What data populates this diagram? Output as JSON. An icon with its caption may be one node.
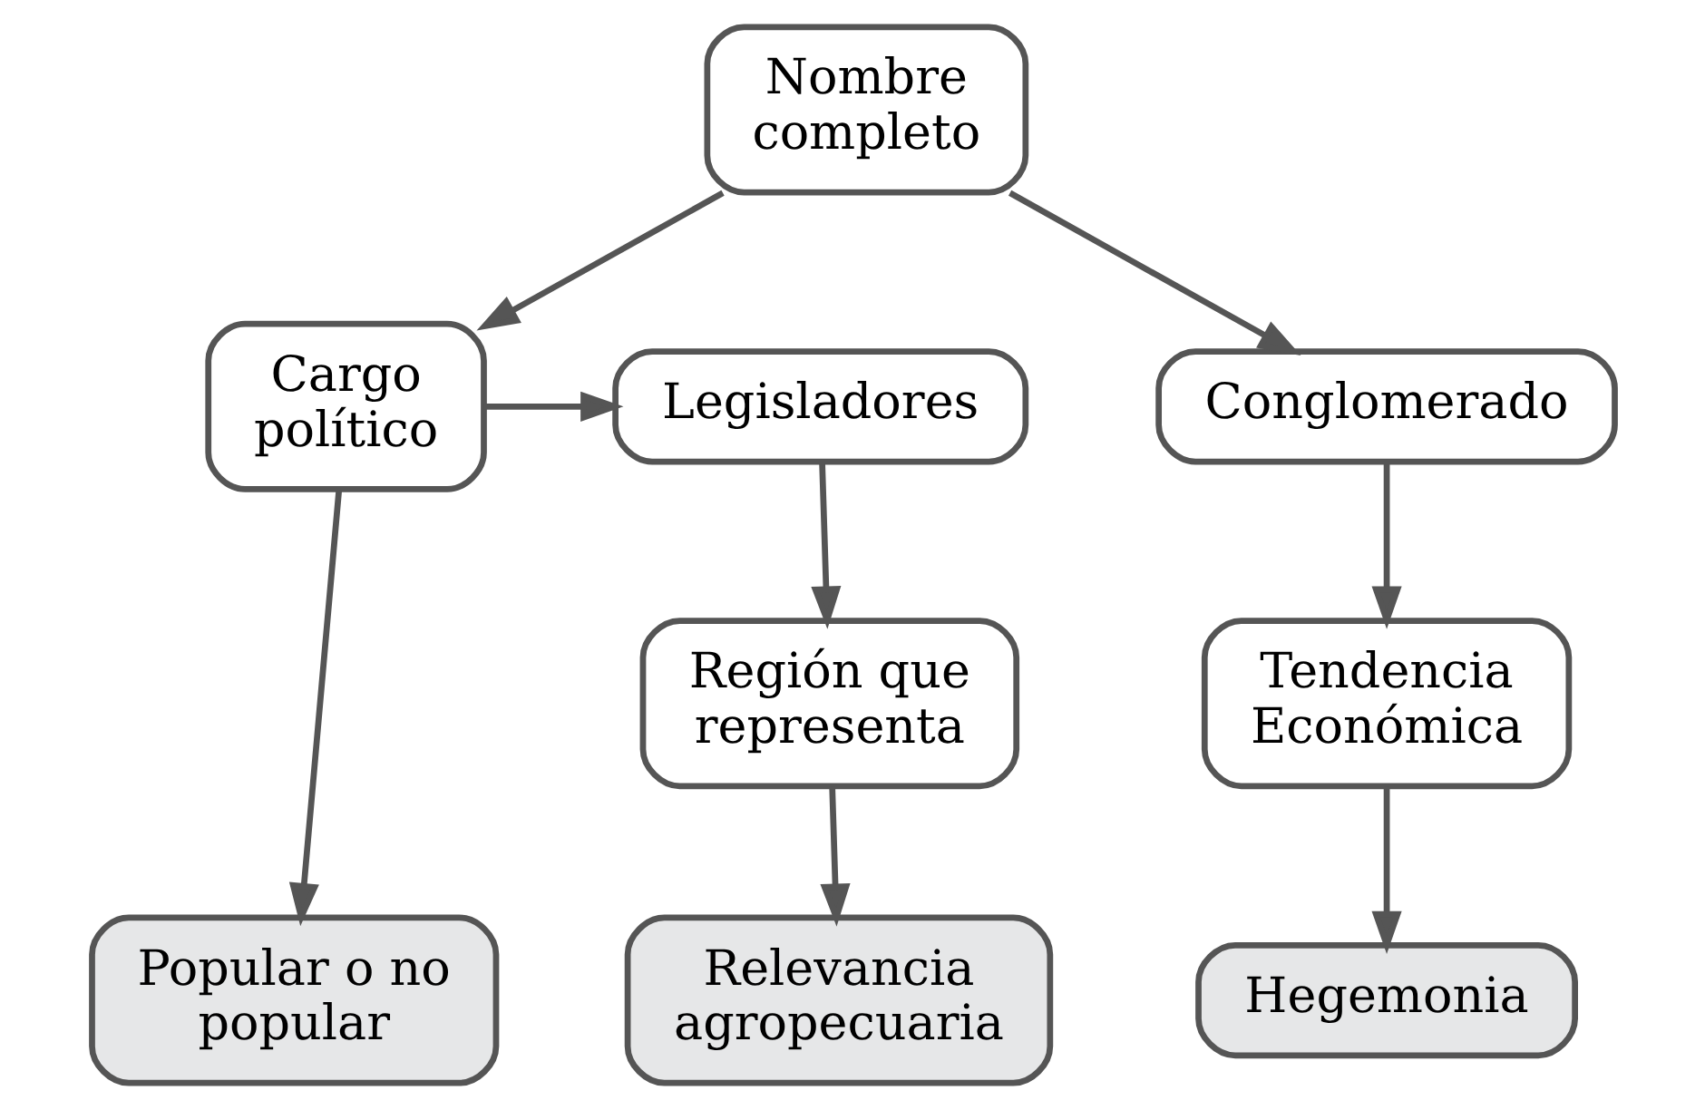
{
  "diagram": {
    "nodes": [
      {
        "text": [
          "Nombre completo"
        ]
      },
      {
        "text": [
          "Legisladores"
        ]
      },
      {
        "text": [
          "Cargo político"
        ]
      },
      {
        "text": [
          "Conglomerado"
        ]
      },
      {
        "text": [
          "Región que representa"
        ]
      },
      {
        "text": [
          "Tendencia Económica"
        ]
      },
      {
        "text": [
          "Relevancia agropecuaria"
        ]
      },
      {
        "text": [
          "Popular o no popular"
        ]
      },
      {
        "text": [
          "Hegemonia"
        ]
      }
    ],
    "edges": [
      {
        "from": 0,
        "to": 2,
        "arrow": "to"
      },
      {
        "from": 0,
        "to": 3,
        "arrow": "to"
      },
      {
        "from": 2,
        "to": 1,
        "arrow": "to"
      },
      {
        "from": 1,
        "to": 4,
        "arrow": "to"
      },
      {
        "from": 4,
        "to": 6,
        "arrow": "to"
      },
      {
        "from": 2,
        "to": 7,
        "arrow": "to"
      },
      {
        "from": 3,
        "to": 5,
        "arrow": "to"
      },
      {
        "from": 5,
        "to": 8,
        "arrow": "to"
      }
    ]
  }
}
